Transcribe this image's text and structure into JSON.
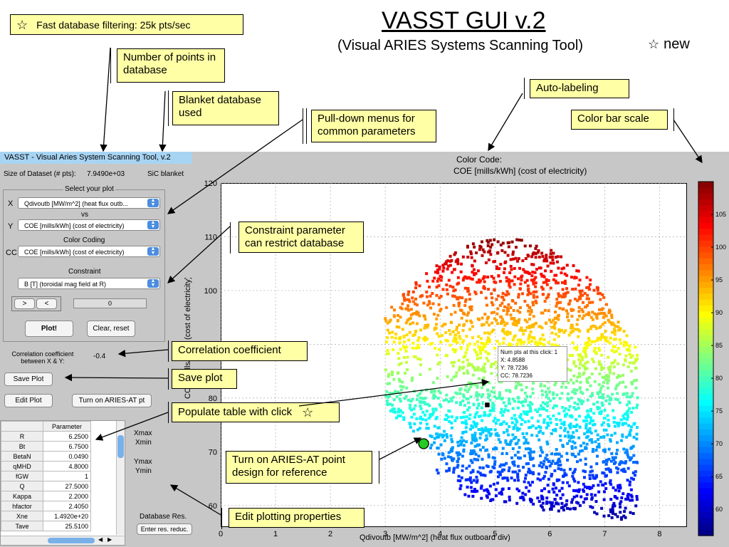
{
  "slide": {
    "title": "VASST GUI v.2",
    "subtitle": "(Visual ARIES Systems Scanning Tool)",
    "new_label": "new"
  },
  "callouts": {
    "fast_filter": "Fast database filtering: 25k pts/sec",
    "num_points": "Number of points in database",
    "blanket": "Blanket database used",
    "pulldown": "Pull-down menus for common parameters",
    "autolabel": "Auto-labeling",
    "colorbar": "Color bar scale",
    "constraint": "Constraint parameter can restrict database",
    "correlation": "Correlation coefficient",
    "save_plot": "Save plot",
    "populate": "Populate table with click",
    "aries_at": "Turn on ARIES-AT point design for reference",
    "edit_props": "Edit plotting properties"
  },
  "window": {
    "title": "VASST - Visual Aries System Scanning Tool, v.2",
    "dataset_label": "Size of Dataset (# pts):",
    "dataset_value": "7.9490e+03",
    "blanket_value": "SiC blanket",
    "select_group": "Select your plot",
    "x_label": "X",
    "x_value": "Qdivoutb [MW/m^2] (heat flux outb...",
    "vs_label": "vs",
    "y_label": "Y",
    "y_value": "COE [mills/kWh] (cost of electricity)",
    "color_coding_label": "Color Coding",
    "cc_label": "CC",
    "cc_value": "COE [mills/kWh] (cost of electricity)",
    "constraint_label": "Constraint",
    "constraint_value": "B [T] (toroidal mag field at R)",
    "gt_button": ">",
    "lt_button": "<",
    "constraint_field": "0",
    "plot_button": "Plot!",
    "clear_button": "Clear, reset",
    "corr_label": "Correlation coefficient between X & Y:",
    "corr_value": "-0.4",
    "save_plot_button": "Save Plot",
    "edit_plot_button": "Edit Plot",
    "aries_button": "Turn on ARIES-AT pt",
    "table_header": "Parameter",
    "params": [
      {
        "name": "R",
        "value": "6.2500"
      },
      {
        "name": "Bt",
        "value": "6.7500"
      },
      {
        "name": "BetaN",
        "value": "0.0490"
      },
      {
        "name": "qMHD",
        "value": "4.8000"
      },
      {
        "name": "fGW",
        "value": "1"
      },
      {
        "name": "Q",
        "value": "27.5000"
      },
      {
        "name": "Kappa",
        "value": "2.2000"
      },
      {
        "name": "hfactor",
        "value": "2.4050"
      },
      {
        "name": "Xne",
        "value": "1.4920e+20"
      },
      {
        "name": "Tave",
        "value": "25.5100"
      }
    ],
    "xmax_label": "Xmax",
    "xmin_label": "Xmin",
    "ymax_label": "Ymax",
    "ymin_label": "Ymin",
    "db_res_label": "Database Res.",
    "db_res_button": "Enter res. reduc."
  },
  "chart_data": {
    "type": "scatter",
    "title": "Color Code:",
    "subtitle": "COE [mills/kWh] (cost of electricity)",
    "xlabel": "Qdivoutb [MW/m^2] (heat flux outboard div)",
    "ylabel": "COE [mills/kWh] (cost of electricity)",
    "xlim": [
      0,
      8.5
    ],
    "ylim": [
      56,
      120
    ],
    "xticks": [
      0,
      1,
      2,
      3,
      4,
      5,
      6,
      7,
      8
    ],
    "yticks": [
      60,
      70,
      80,
      90,
      100,
      110,
      120
    ],
    "grid": true,
    "colorbar": {
      "min": 56,
      "max": 110,
      "ticks": [
        60,
        65,
        70,
        75,
        80,
        85,
        90,
        95,
        100,
        105
      ]
    },
    "cloud": {
      "xmin": 3.0,
      "xmax": 7.6,
      "ymin": 57,
      "ymax": 110
    },
    "point_count": 7949,
    "datatip": {
      "lines": [
        "Num pts at this click: 1",
        "X: 4.8588",
        "Y: 78.7236",
        "CC: 78.7236"
      ],
      "x": 4.8588,
      "y": 78.7236
    },
    "aries_point": {
      "x": 3.7,
      "y": 71.5,
      "color": "#22cc22"
    },
    "palette": [
      "#00007f",
      "#0000ff",
      "#007fff",
      "#00ffff",
      "#7fff7f",
      "#ffff00",
      "#ff7f00",
      "#ff0000",
      "#7f0000"
    ]
  }
}
